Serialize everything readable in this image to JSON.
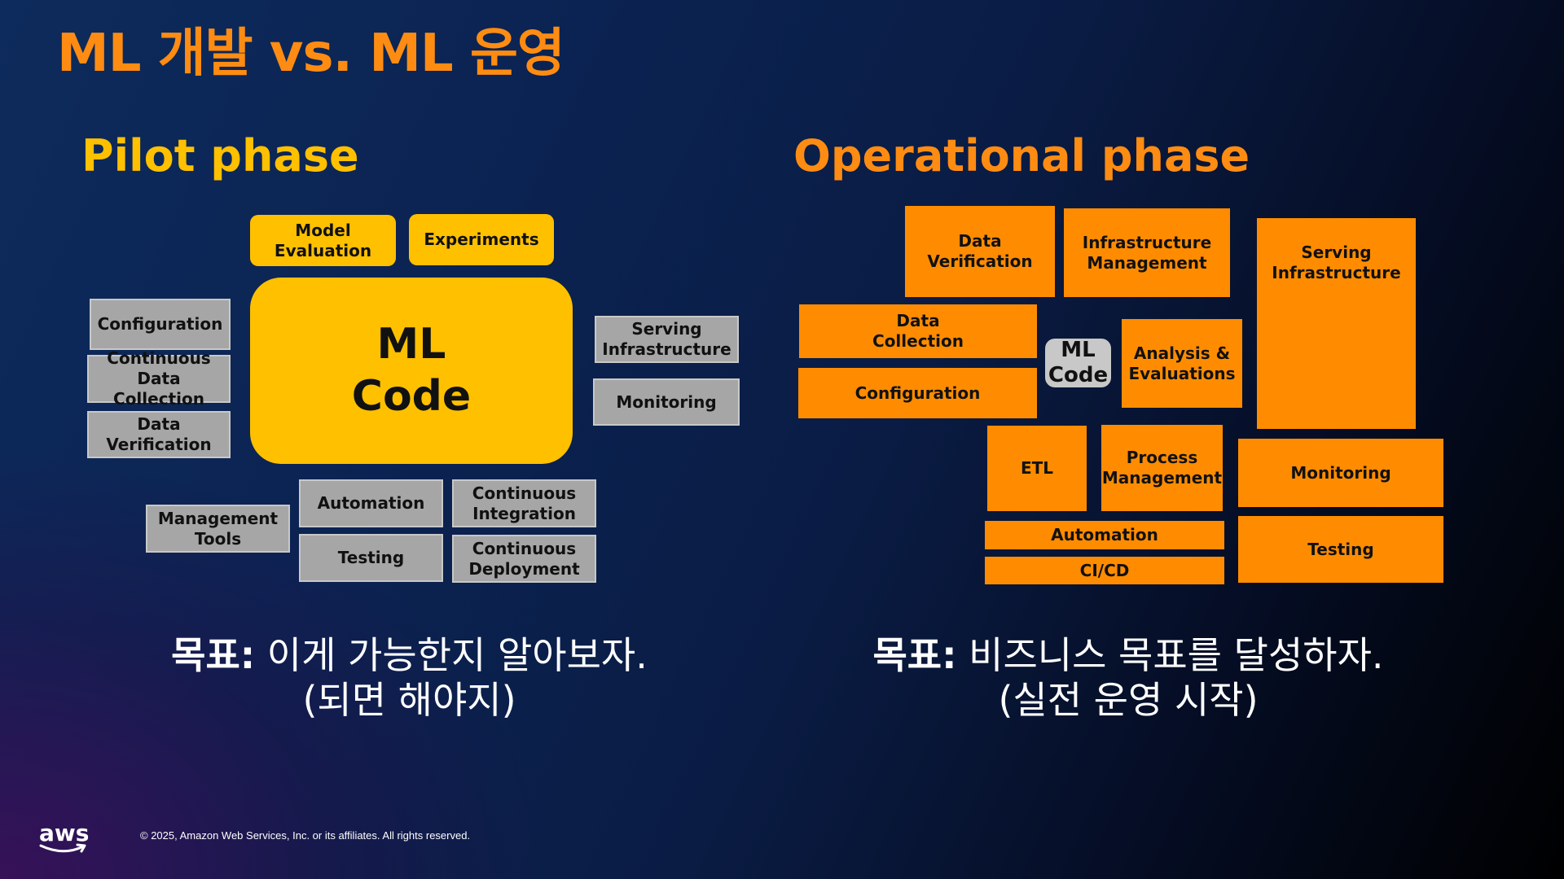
{
  "title": "ML 개발 vs. ML 운영",
  "pilot": {
    "heading": "Pilot phase",
    "ml_code": [
      "ML",
      "Code"
    ],
    "model_evaluation": [
      "Model",
      "Evaluation"
    ],
    "experiments": "Experiments",
    "configuration": "Configuration",
    "continuous_data_collection": [
      "Continuous Data",
      "Collection"
    ],
    "data_verification": "Data Verification",
    "serving_infrastructure": [
      "Serving",
      "Infrastructure"
    ],
    "monitoring": "Monitoring",
    "management_tools": [
      "Management",
      "Tools"
    ],
    "automation": "Automation",
    "testing": "Testing",
    "continuous_integration": [
      "Continuous",
      "Integration"
    ],
    "continuous_deployment": [
      "Continuous",
      "Deployment"
    ],
    "goal_label": "목표:",
    "goal_text": " 이게 가능한지 알아보자.",
    "goal_sub": "(되면 해야지)"
  },
  "operational": {
    "heading": "Operational phase",
    "data_verification": [
      "Data",
      "Verification"
    ],
    "infrastructure_management": [
      "Infrastructure",
      "Management"
    ],
    "serving_infrastructure": [
      "Serving",
      "Infrastructure"
    ],
    "data_collection": [
      "Data",
      "Collection"
    ],
    "configuration": "Configuration",
    "ml_code": [
      "ML",
      "Code"
    ],
    "analysis_evaluations": [
      "Analysis &",
      "Evaluations"
    ],
    "etl": "ETL",
    "process_management": [
      "Process",
      "Management"
    ],
    "monitoring": "Monitoring",
    "automation": "Automation",
    "cicd": "CI/CD",
    "testing": "Testing",
    "goal_label": "목표:",
    "goal_text": " 비즈니스 목표를 달성하자.",
    "goal_sub": "(실전 운영 시작)"
  },
  "footer": {
    "logo": "aws",
    "copyright": "© 2025, Amazon Web Services, Inc. or its affiliates. All rights reserved."
  },
  "colors": {
    "title_orange": "#ff8c12",
    "pilot_yellow": "#ffc000",
    "op_orange": "#ff8c00",
    "grey_box": "#a6a6a6"
  }
}
